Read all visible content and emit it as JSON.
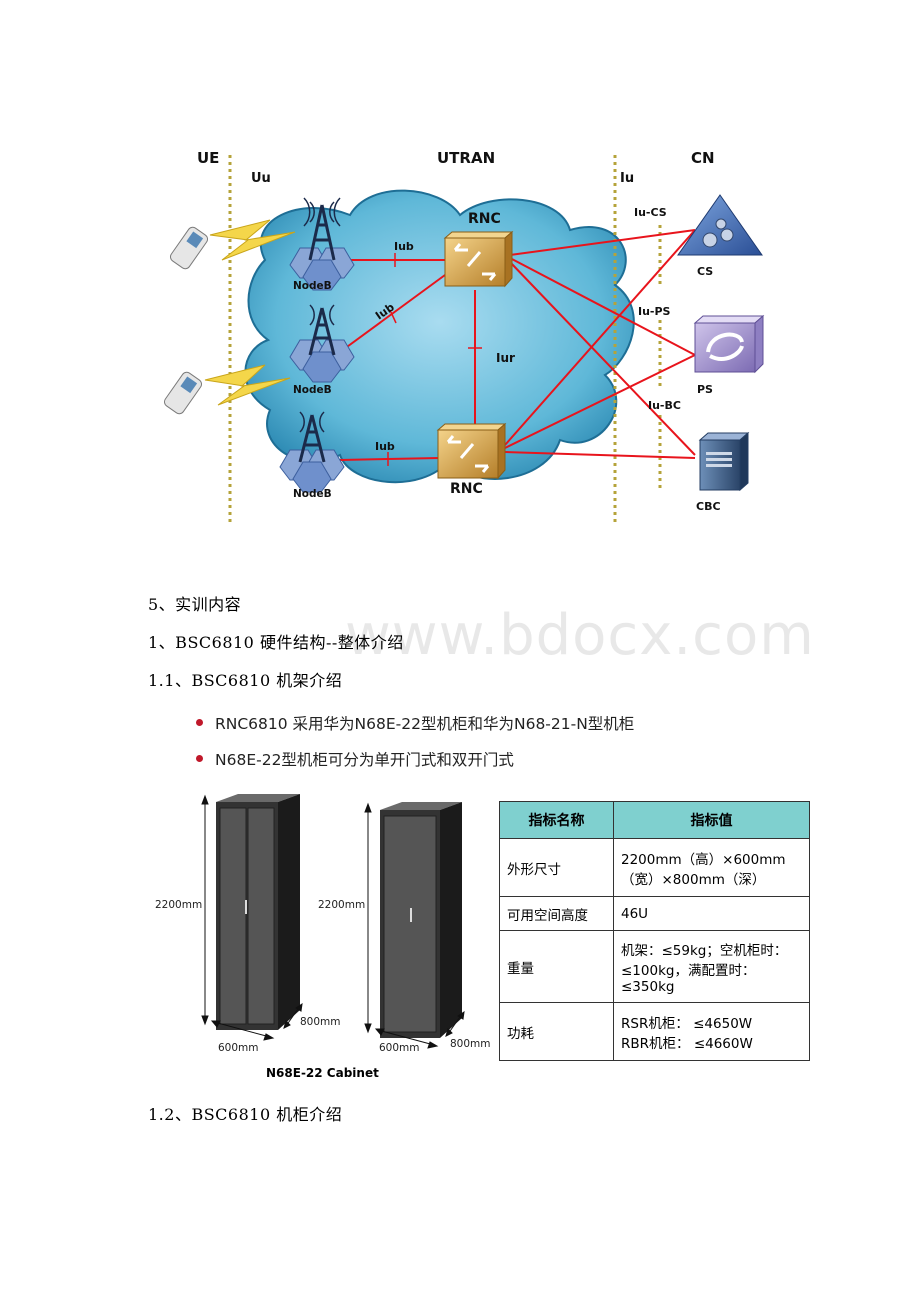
{
  "diagram": {
    "zones": {
      "ue": "UE",
      "utran": "UTRAN",
      "cn": "CN"
    },
    "interfaces": {
      "uu": "Uu",
      "iu": "Iu",
      "iub_top": "Iub",
      "iub_mid": "Iub",
      "iub_bottom": "Iub",
      "iur": "Iur",
      "iu_cs": "Iu-CS",
      "iu_ps": "Iu-PS",
      "iu_bc": "Iu-BC"
    },
    "nodes": {
      "nodeb_top": "NodeB",
      "nodeb_mid": "NodeB",
      "nodeb_bottom": "NodeB",
      "rnc_top": "RNC",
      "rnc_bottom": "RNC",
      "cs": "CS",
      "ps": "PS",
      "cbc": "CBC"
    },
    "colors": {
      "link": "#e8141c",
      "cloud": "#5fb8d8",
      "dotted_line": "#b5a33a",
      "rnc_box": "#d9a648"
    }
  },
  "sections": {
    "s5": "5、实训内容",
    "s1": "1、BSC6810 硬件结构--整体介绍",
    "s1_1": "1.1、BSC6810 机架介绍",
    "s1_2": "1.2、BSC6810 机柜介绍"
  },
  "watermark": "www.bdocx.com",
  "bullets": [
    "RNC6810 采用华为N68E-22型机柜和华为N68-21-N型机柜",
    "N68E-22型机柜可分为单开门式和双开门式"
  ],
  "cabinets": {
    "height_left": "2200mm",
    "height_right": "2200mm",
    "width_left": "600mm",
    "width_right": "600mm",
    "depth_left": "800mm",
    "depth_right": "800mm",
    "caption": "N68E-22 Cabinet"
  },
  "spec_table": {
    "headers": [
      "指标名称",
      "指标值"
    ],
    "rows": [
      {
        "name": "外形尺寸",
        "value_lines": [
          "2200mm（高）×600mm",
          "（宽）×800mm（深）"
        ]
      },
      {
        "name": "可用空间高度",
        "value_lines": [
          "46U"
        ]
      },
      {
        "name": "重量",
        "value_lines": [
          "机架：≤59kg；空机柜时：",
          "≤100kg，满配置时：",
          "≤350kg"
        ]
      },
      {
        "name": "功耗",
        "value_lines": [
          "RSR机柜： ≤4650W",
          "RBR机柜： ≤4660W"
        ]
      }
    ],
    "header_color": "#7fd0cf"
  }
}
